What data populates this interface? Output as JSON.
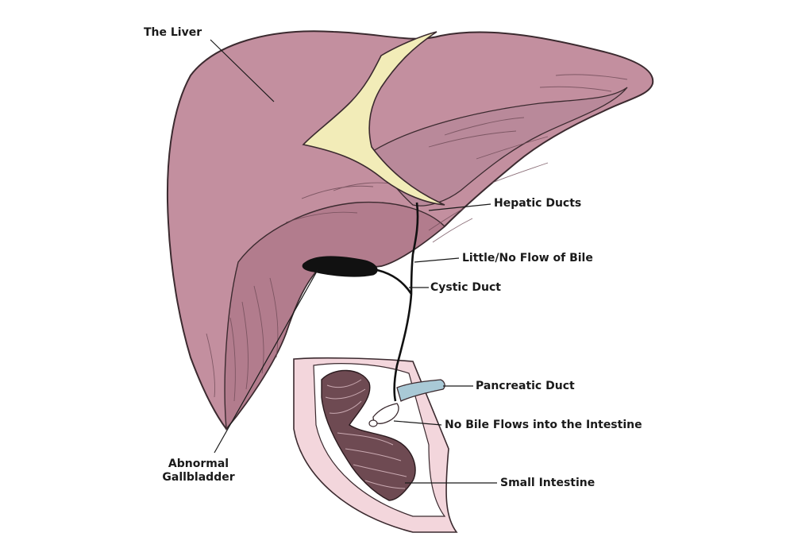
{
  "labels": {
    "liver": "The Liver",
    "hepatic_ducts": "Hepatic Ducts",
    "little_no_flow": "Little/No Flow of Bile",
    "cystic_duct": "Cystic Duct",
    "pancreatic_duct": "Pancreatic Duct",
    "no_bile_flows": "No Bile Flows into the Intestine",
    "small_intestine": "Small Intestine",
    "abnormal_gallbladder_line1": "Abnormal",
    "abnormal_gallbladder_line2": "Gallbladder"
  },
  "colors": {
    "liver_fill": "#c38f9f",
    "liver_shade": "#b27c8d",
    "ligament_fill": "#f2ecb8",
    "duct_line": "#111111",
    "gallbladder_fill": "#111111",
    "intestine_wall": "#f3d6dc",
    "intestine_mucosa": "#6e4a52",
    "pancreatic_duct_fill": "#a9c9d6",
    "outline": "#3b2a2f"
  }
}
